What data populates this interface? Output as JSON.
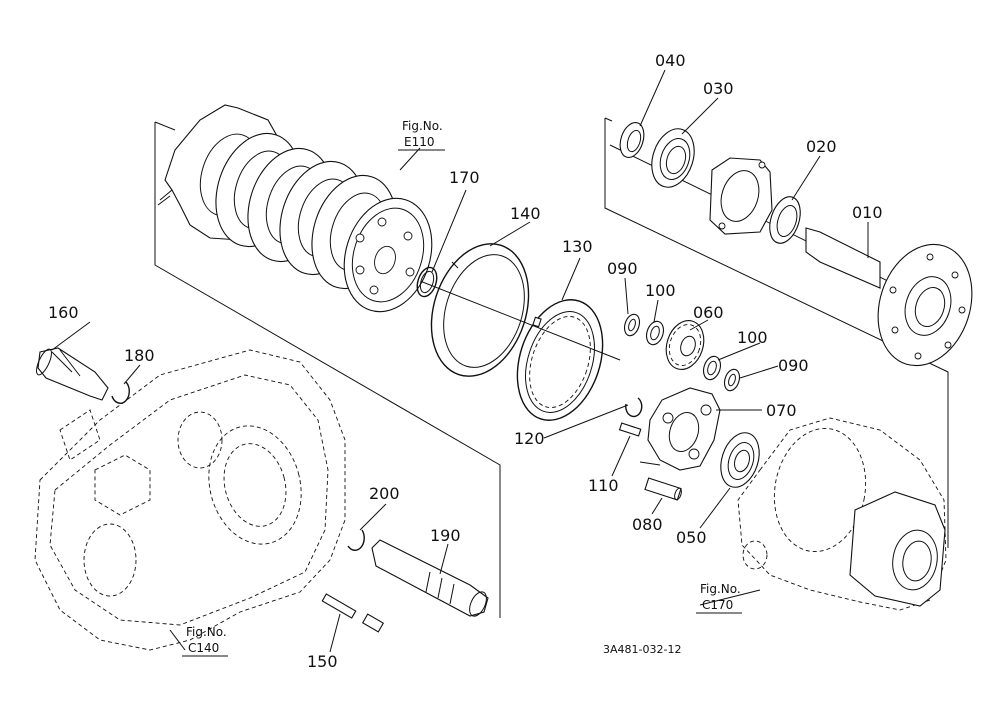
{
  "parts": {
    "p010": "010",
    "p020": "020",
    "p030": "030",
    "p040": "040",
    "p050": "050",
    "p060": "060",
    "p070": "070",
    "p080": "080",
    "p090_a": "090",
    "p090_b": "090",
    "p100_a": "100",
    "p100_b": "100",
    "p110": "110",
    "p120": "120",
    "p130": "130",
    "p140": "140",
    "p150": "150",
    "p160": "160",
    "p170": "170",
    "p180": "180",
    "p190": "190",
    "p200": "200"
  },
  "refs": {
    "e110": {
      "line1": "Fig.No.",
      "line2": "E110"
    },
    "c140": {
      "line1": "Fig.No.",
      "line2": "C140"
    },
    "c170": {
      "line1": "Fig.No.",
      "line2": "C170"
    }
  },
  "drawing_code": "3A481-032-12"
}
